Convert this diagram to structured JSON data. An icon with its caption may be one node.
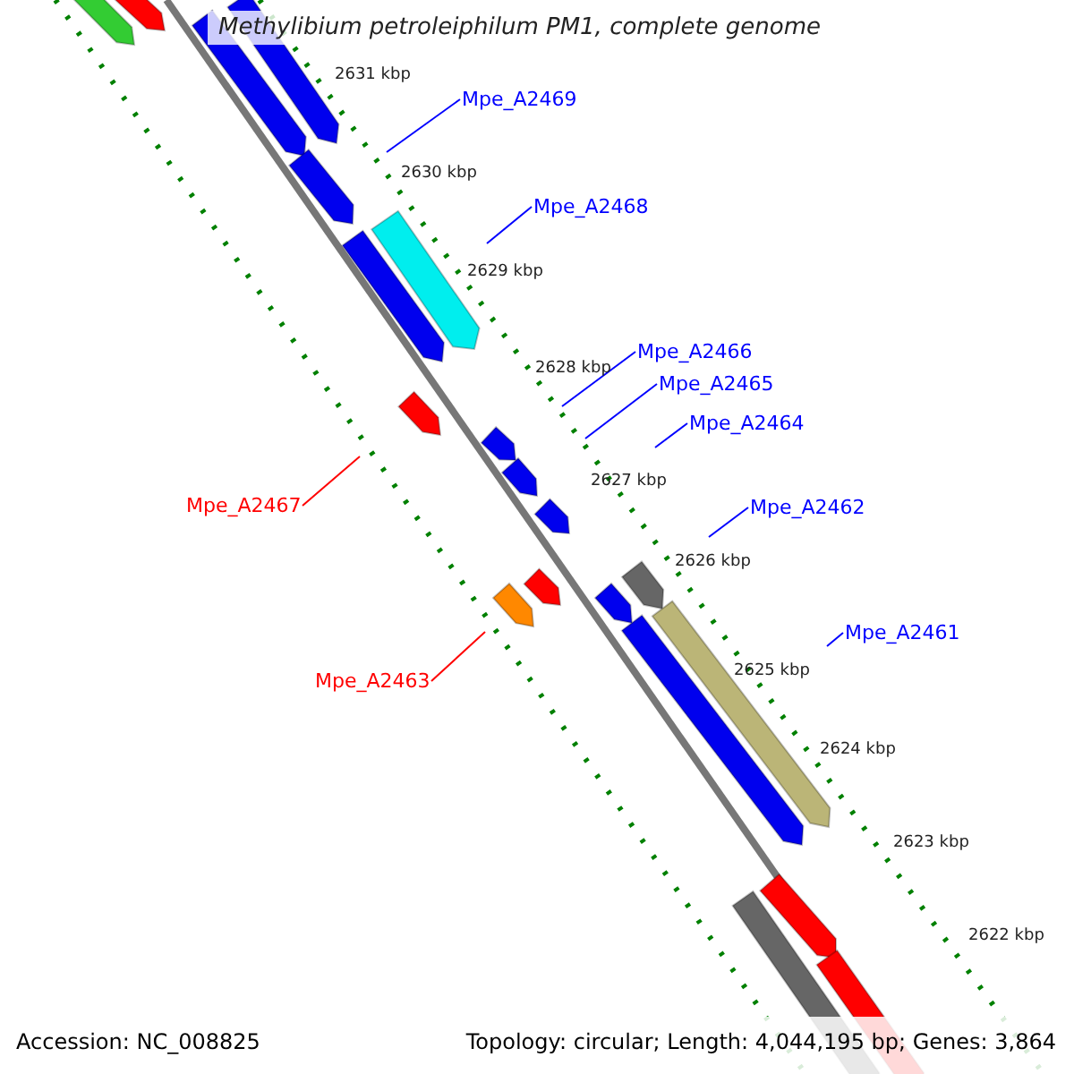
{
  "diagram": {
    "title": "Methylibium petroleiphilum PM1, complete genome",
    "nodes": [
      {
        "text": [
          "Mpe_A2469"
        ]
      },
      {
        "text": [
          "Mpe_A2468"
        ]
      },
      {
        "text": [
          "Mpe_A2466"
        ]
      },
      {
        "text": [
          "Mpe_A2465"
        ]
      },
      {
        "text": [
          "Mpe_A2464"
        ]
      },
      {
        "text": [
          "Mpe_A2467"
        ]
      },
      {
        "text": [
          "Mpe_A2462"
        ]
      },
      {
        "text": [
          "Mpe_A2461"
        ]
      },
      {
        "text": [
          "Mpe_A2463"
        ]
      }
    ],
    "edges": [
      {
        "from": 0,
        "to": null,
        "arrow": "none"
      },
      {
        "from": 1,
        "to": null,
        "arrow": "none"
      },
      {
        "from": 2,
        "to": null,
        "arrow": "none"
      },
      {
        "from": 3,
        "to": null,
        "arrow": "none"
      },
      {
        "from": 4,
        "to": null,
        "arrow": "none"
      },
      {
        "from": 5,
        "to": null,
        "arrow": "none",
        "color": "#ff0000"
      },
      {
        "from": 6,
        "to": null,
        "arrow": "none"
      },
      {
        "from": 7,
        "to": null,
        "arrow": "none"
      },
      {
        "from": 8,
        "to": null,
        "arrow": "none",
        "color": "#ff0000"
      }
    ],
    "labels": [
      "2631 kbp",
      "2630 kbp",
      "2629 kbp",
      "2628 kbp",
      "2627 kbp",
      "2626 kbp",
      "2625 kbp",
      "2624 kbp",
      "2623 kbp",
      "2622 kbp",
      "Accession: NC_008825",
      "Topology: circular; Length: 4,044,195 bp; Genes: 3,864"
    ]
  }
}
